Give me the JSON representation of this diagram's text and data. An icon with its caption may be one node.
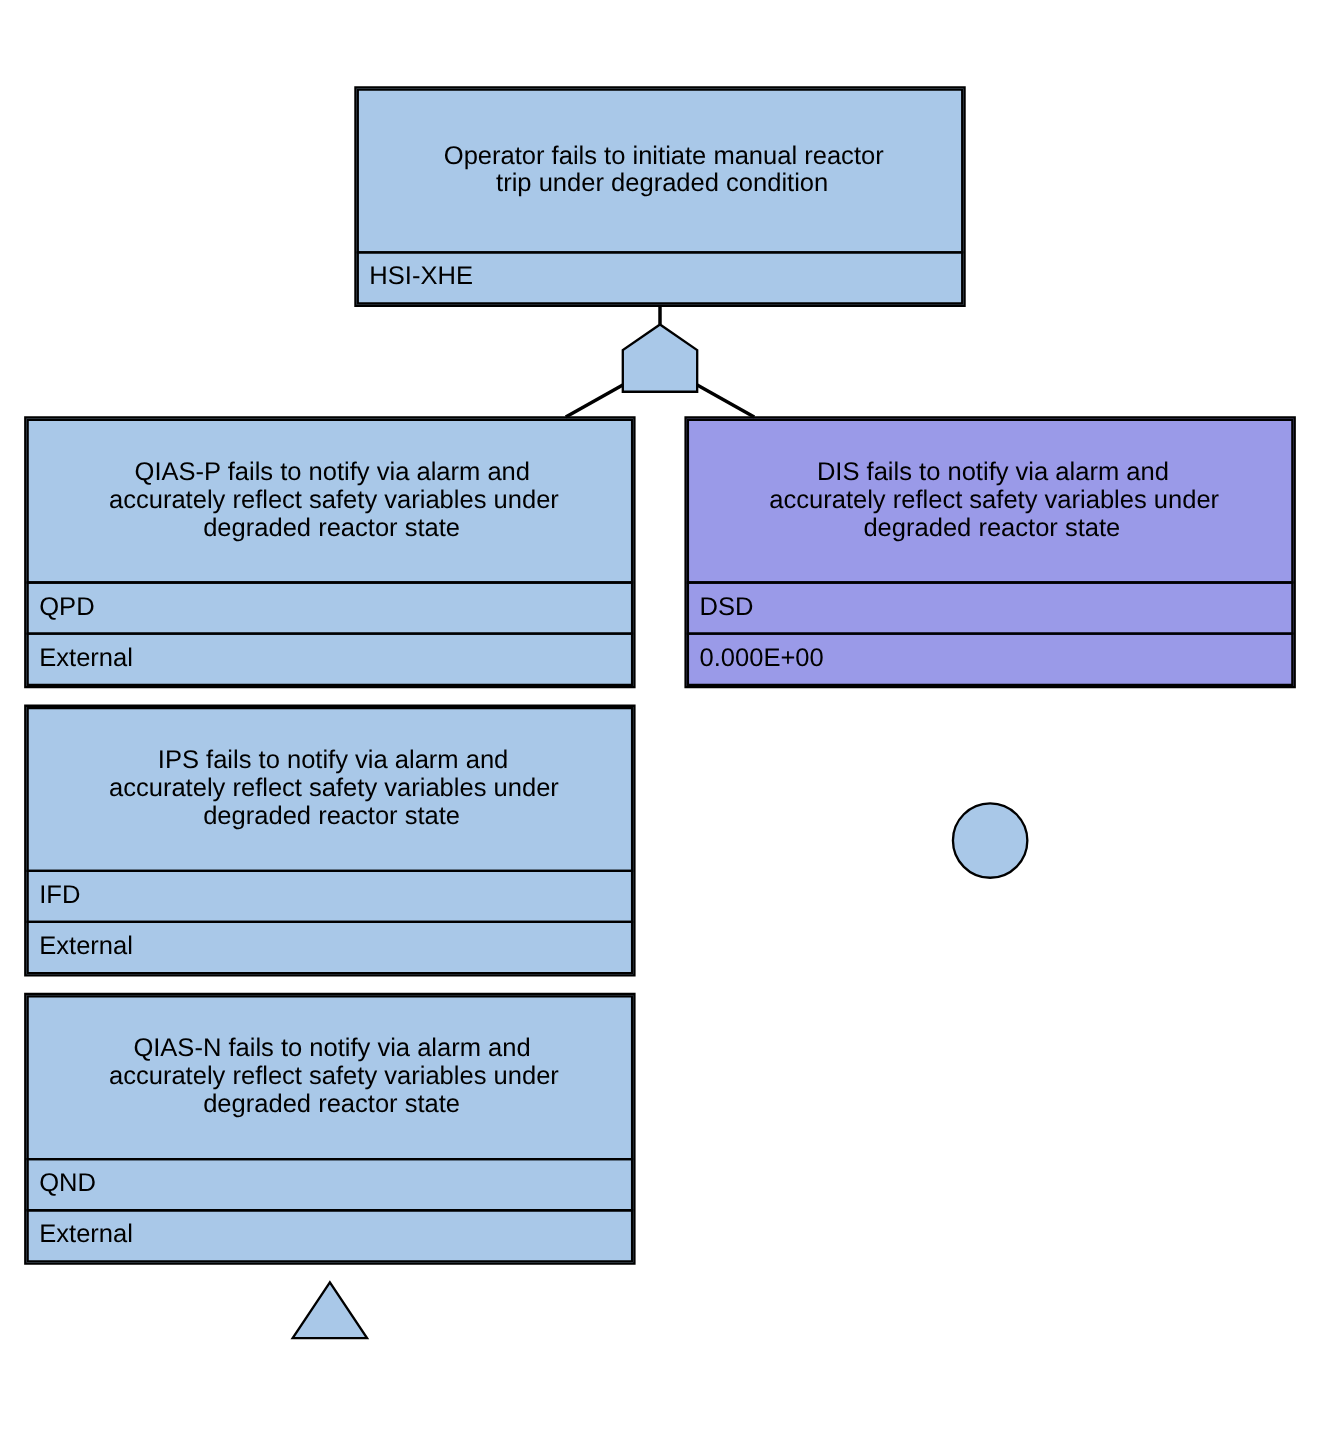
{
  "diagram": {
    "nodes": [
      {
        "text": [
          "Operator fails to initiate manual reactor trip under degraded condition",
          "HSI-XHE"
        ]
      },
      {
        "text": [],
        "shape": "gate"
      },
      {
        "text": [
          "QIAS-P fails to notify via alarm and accurately reflect safety variables under degraded reactor state",
          "QPD",
          "External"
        ]
      },
      {
        "text": [
          "IPS fails to notify via alarm and accurately reflect safety variables under degraded reactor state",
          "IFD",
          "External"
        ]
      },
      {
        "text": [
          "QIAS-N fails to notify via alarm and accurately reflect safety variables under degraded reactor state",
          "QND",
          "External"
        ]
      },
      {
        "text": [],
        "shape": "triangle"
      },
      {
        "text": [
          "DIS fails to notify via alarm and accurately reflect safety variables under degraded reactor state",
          "DSD",
          "0.000E+00"
        ]
      },
      {
        "text": [],
        "shape": "circle"
      }
    ],
    "edges": [
      {
        "from": 0,
        "to": 1,
        "arrow": "none"
      },
      {
        "from": 1,
        "to": 2,
        "arrow": "none"
      },
      {
        "from": 1,
        "to": 6,
        "arrow": "none"
      }
    ]
  }
}
